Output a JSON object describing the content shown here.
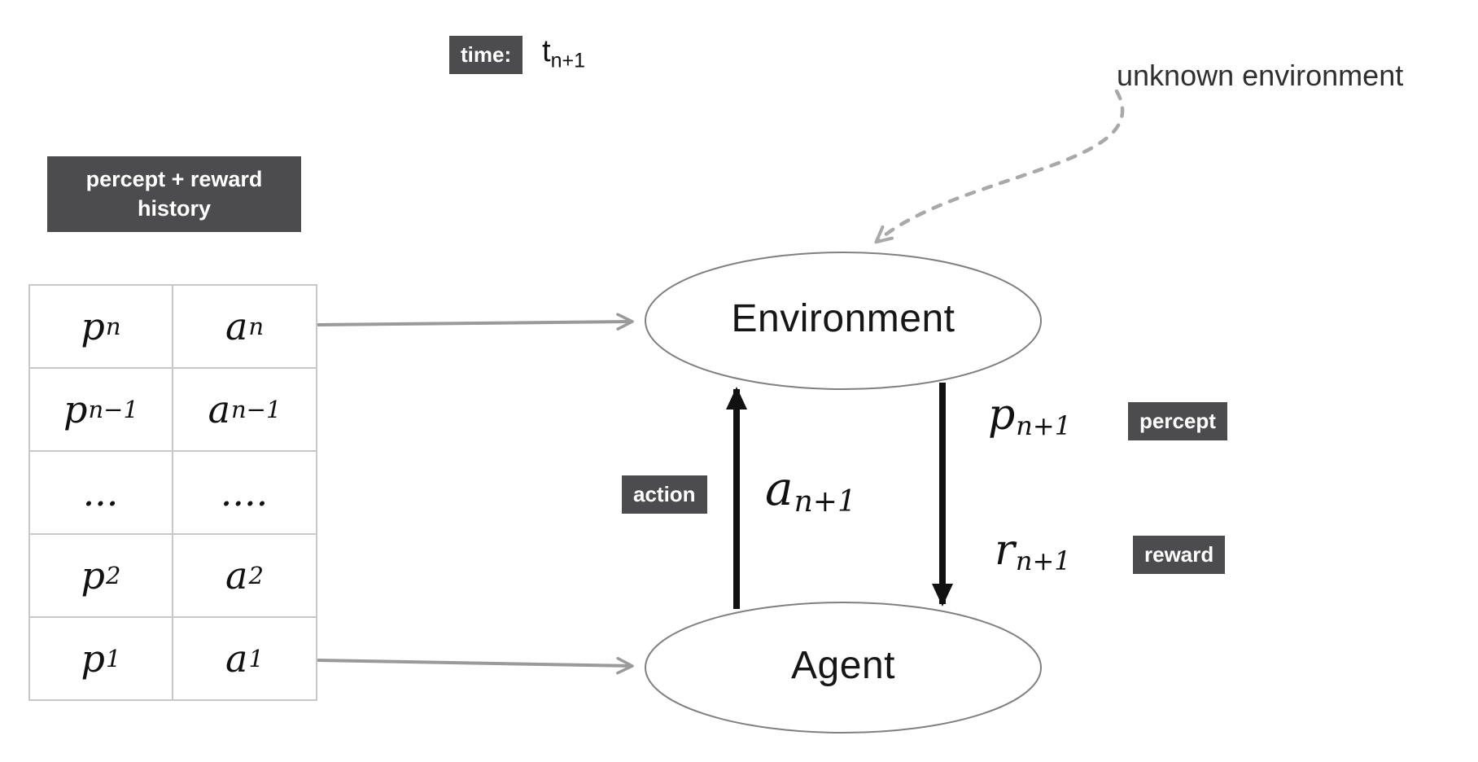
{
  "badges": {
    "time": "time:",
    "history_line1": "percept + reward",
    "history_line2": "history",
    "action": "action",
    "percept": "percept",
    "reward": "reward"
  },
  "labels": {
    "time_base": "t",
    "time_sub": "n+1",
    "unknown_environment": "unknown environment",
    "environment": "Environment",
    "agent": "Agent"
  },
  "math": {
    "action": {
      "base": "a",
      "sub": "n+1"
    },
    "percept": {
      "base": "p",
      "sub": "n+1"
    },
    "reward": {
      "base": "r",
      "sub": "n+1"
    }
  },
  "history_table": {
    "rows": [
      [
        {
          "base": "p",
          "sub": "n"
        },
        {
          "base": "a",
          "sub": "n"
        }
      ],
      [
        {
          "base": "p",
          "sub": "n−1"
        },
        {
          "base": "a",
          "sub": "n−1"
        }
      ],
      [
        {
          "base": "...",
          "sub": ""
        },
        {
          "base": "....",
          "sub": ""
        }
      ],
      [
        {
          "base": "p",
          "sub": "2"
        },
        {
          "base": "a",
          "sub": "2"
        }
      ],
      [
        {
          "base": "p",
          "sub": "1"
        },
        {
          "base": "a",
          "sub": "1"
        }
      ]
    ]
  },
  "colors": {
    "badge_bg": "#4c4c4e",
    "arrow_black": "#111111",
    "arrow_gray": "#9a9a9a",
    "dashed_arrow_gray": "#a9a9a9",
    "ellipse_stroke": "#808080",
    "table_border": "#c8c8c8"
  }
}
